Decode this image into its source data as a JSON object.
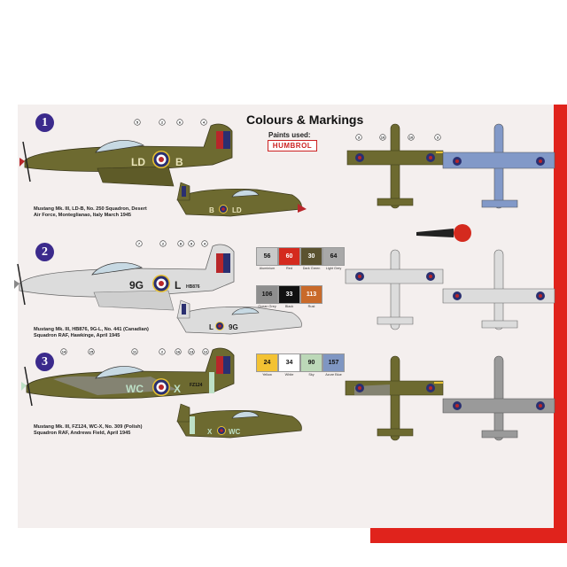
{
  "header": {
    "title": "Colours & Markings",
    "paints_used": "Paints used:",
    "brand": "HUMBROL"
  },
  "schemes": [
    {
      "number": "1",
      "caption_lines": [
        "Mustang Mk. III, LD-B, No. 250 Squadron, Desert",
        "Air Force, Monteglianao, Italy March 1945"
      ],
      "code_left": "LD",
      "code_right": "B",
      "bottom_codes": [
        "B",
        "LD"
      ]
    },
    {
      "number": "2",
      "caption_lines": [
        "Mustang Mk. III, HB876, 9G-L, No. 441 (Canadian)",
        "Squadron RAF, Hawkinge, April 1945"
      ],
      "code_left": "9G",
      "code_right": "L",
      "serial": "HB876",
      "bottom_codes": [
        "L",
        "9G"
      ]
    },
    {
      "number": "3",
      "caption_lines": [
        "Mustang Mk. III, FZ124, WC-X, No. 309 (Polish)",
        "Squadron RAF, Andrews Field, April 1945"
      ],
      "code_left": "WC",
      "code_right": "X",
      "serial": "FZ124",
      "bottom_codes": [
        "X",
        "WC"
      ]
    }
  ],
  "callouts": [
    "1",
    "2",
    "3",
    "4",
    "5",
    "6",
    "7",
    "8",
    "9",
    "10",
    "11",
    "12",
    "13",
    "14",
    "15",
    "16"
  ],
  "paints": [
    [
      {
        "code": "56",
        "label": "Aluminium",
        "color": "#c9c9c9",
        "text_color": "#111111"
      },
      {
        "code": "60",
        "label": "Red",
        "color": "#d42a1e",
        "text_color": "#ffffff"
      },
      {
        "code": "30",
        "label": "Dark Green",
        "color": "#5b5330",
        "text_color": "#ffffff"
      },
      {
        "code": "64",
        "label": "Light Grey",
        "color": "#a8a8a8",
        "text_color": "#111111"
      }
    ],
    [
      {
        "code": "106",
        "label": "Ocean Grey",
        "color": "#8e8e8e",
        "text_color": "#111111"
      },
      {
        "code": "33",
        "label": "Black",
        "color": "#111111",
        "text_color": "#ffffff"
      },
      {
        "code": "113",
        "label": "Rust",
        "color": "#c96a2a",
        "text_color": "#ffffff"
      }
    ],
    [
      {
        "code": "24",
        "label": "Yellow",
        "color": "#f3c233",
        "text_color": "#111111"
      },
      {
        "code": "34",
        "label": "White",
        "color": "#ffffff",
        "text_color": "#111111"
      },
      {
        "code": "90",
        "label": "Sky",
        "color": "#bcd8b8",
        "text_color": "#111111"
      },
      {
        "code": "157",
        "label": "Azure Blue",
        "color": "#7f96c2",
        "text_color": "#111111"
      }
    ]
  ],
  "colors": {
    "olive": "#6d6a30",
    "olive_dark": "#4f4d22",
    "silver": "#dcdcdc",
    "grey": "#9a9a9a",
    "azure": "#8299c8",
    "roundel_blue": "#2a2f70",
    "roundel_red": "#b8262a",
    "roundel_yellow": "#e8c232",
    "sky": "#bde0c6",
    "red_band": "#e0231c",
    "badge": "#3b2a8c"
  }
}
